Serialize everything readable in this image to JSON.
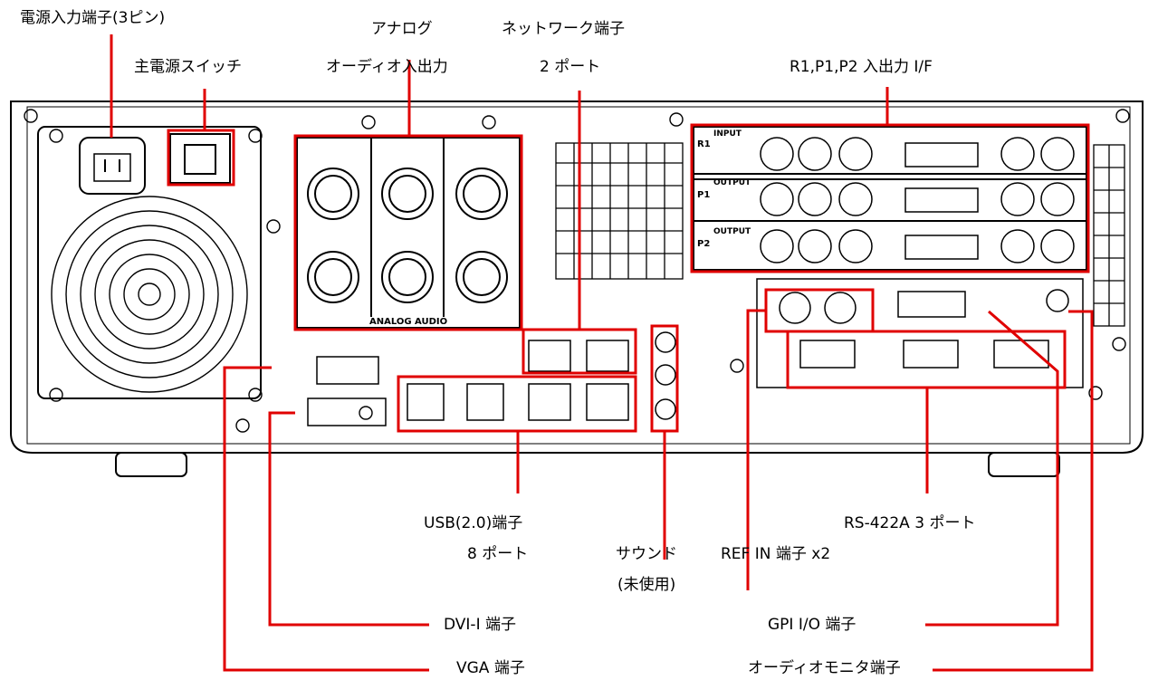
{
  "labels": {
    "power_inlet": "電源入力端子(3ピン)",
    "main_switch": "主電源スイッチ",
    "analog_audio_1": "アナログ",
    "analog_audio_2": "オーディオ入出力",
    "network_1": "ネットワーク端子",
    "network_2": "2 ポート",
    "r1p1p2": "R1,P1,P2 入出力 I/F",
    "usb_1": "USB(2.0)端子",
    "usb_2": "8 ポート",
    "sound_1": "サウンド",
    "sound_2": "(未使用)",
    "ref_in": "REF IN 端子  x2",
    "rs422": "RS-422A 3 ポート",
    "dvi": "DVI-I 端子",
    "vga": "VGA 端子",
    "gpio": "GPI I/O 端子",
    "audio_monitor": "オーディオモニタ端子"
  },
  "panel_text": {
    "analog_audio": "ANALOG AUDIO",
    "r1": "R1",
    "p1": "P1",
    "p2": "P2",
    "input": "INPUT",
    "output": "OUTPUT"
  },
  "colors": {
    "highlight": "#e00000",
    "drawing": "#000000",
    "background": "#ffffff"
  }
}
